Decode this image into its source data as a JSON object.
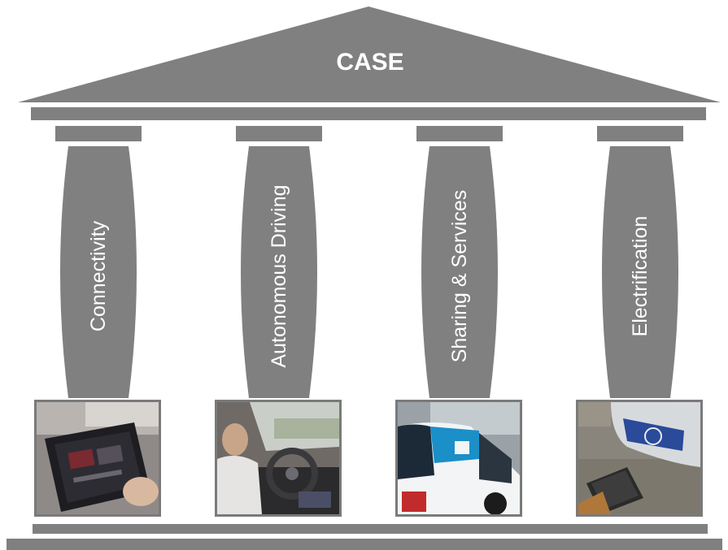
{
  "roof": {
    "title": "CASE"
  },
  "pillars": [
    {
      "label": "Connectivity",
      "photo_icon": "tablet-in-car-photo"
    },
    {
      "label": "Autonomous Driving",
      "photo_icon": "driver-hands-free-photo"
    },
    {
      "label": "Sharing & Services",
      "photo_icon": "carsharing-car-photo"
    },
    {
      "label": "Electrification",
      "photo_icon": "wireless-charging-car-photo"
    }
  ],
  "colors": {
    "structure": "#808080",
    "background": "#ffffff",
    "text": "#ffffff"
  }
}
